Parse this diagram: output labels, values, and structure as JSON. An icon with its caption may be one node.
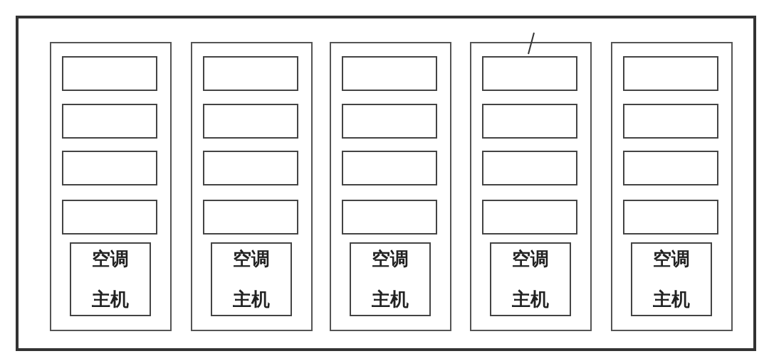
{
  "diagram": {
    "nodes": [
      {
        "text": [],
        "shape": "box"
      },
      {
        "text": [],
        "shape": "box",
        "in": 0
      },
      {
        "text": [],
        "shape": "box",
        "in": 1
      },
      {
        "text": [],
        "shape": "box",
        "in": 1
      },
      {
        "text": [],
        "shape": "box",
        "in": 1
      },
      {
        "text": [],
        "shape": "box",
        "in": 1
      },
      {
        "text": [
          "空调主机"
        ],
        "in": 1
      },
      {
        "text": [],
        "shape": "box",
        "in": 0
      },
      {
        "text": [],
        "shape": "box",
        "in": 7
      },
      {
        "text": [],
        "shape": "box",
        "in": 7
      },
      {
        "text": [],
        "shape": "box",
        "in": 7
      },
      {
        "text": [],
        "shape": "box",
        "in": 7
      },
      {
        "text": [
          "空调主机"
        ],
        "in": 7
      },
      {
        "text": [],
        "shape": "box",
        "in": 0
      },
      {
        "text": [],
        "shape": "box",
        "in": 13
      },
      {
        "text": [],
        "shape": "box",
        "in": 13
      },
      {
        "text": [],
        "shape": "box",
        "in": 13
      },
      {
        "text": [],
        "shape": "box",
        "in": 13
      },
      {
        "text": [
          "空调主机"
        ],
        "in": 13
      },
      {
        "text": [],
        "shape": "box",
        "in": 0
      },
      {
        "text": [],
        "shape": "box",
        "in": 19
      },
      {
        "text": [],
        "shape": "box",
        "in": 19
      },
      {
        "text": [],
        "shape": "box",
        "in": 19
      },
      {
        "text": [],
        "shape": "box",
        "in": 19
      },
      {
        "text": [
          "空调主机"
        ],
        "in": 19
      },
      {
        "text": [],
        "shape": "box",
        "in": 0
      },
      {
        "text": [],
        "shape": "box",
        "in": 25
      },
      {
        "text": [],
        "shape": "box",
        "in": 25
      },
      {
        "text": [],
        "shape": "box",
        "in": 25
      },
      {
        "text": [],
        "shape": "box",
        "in": 25
      },
      {
        "text": [
          "空调主机"
        ],
        "in": 25
      }
    ]
  }
}
